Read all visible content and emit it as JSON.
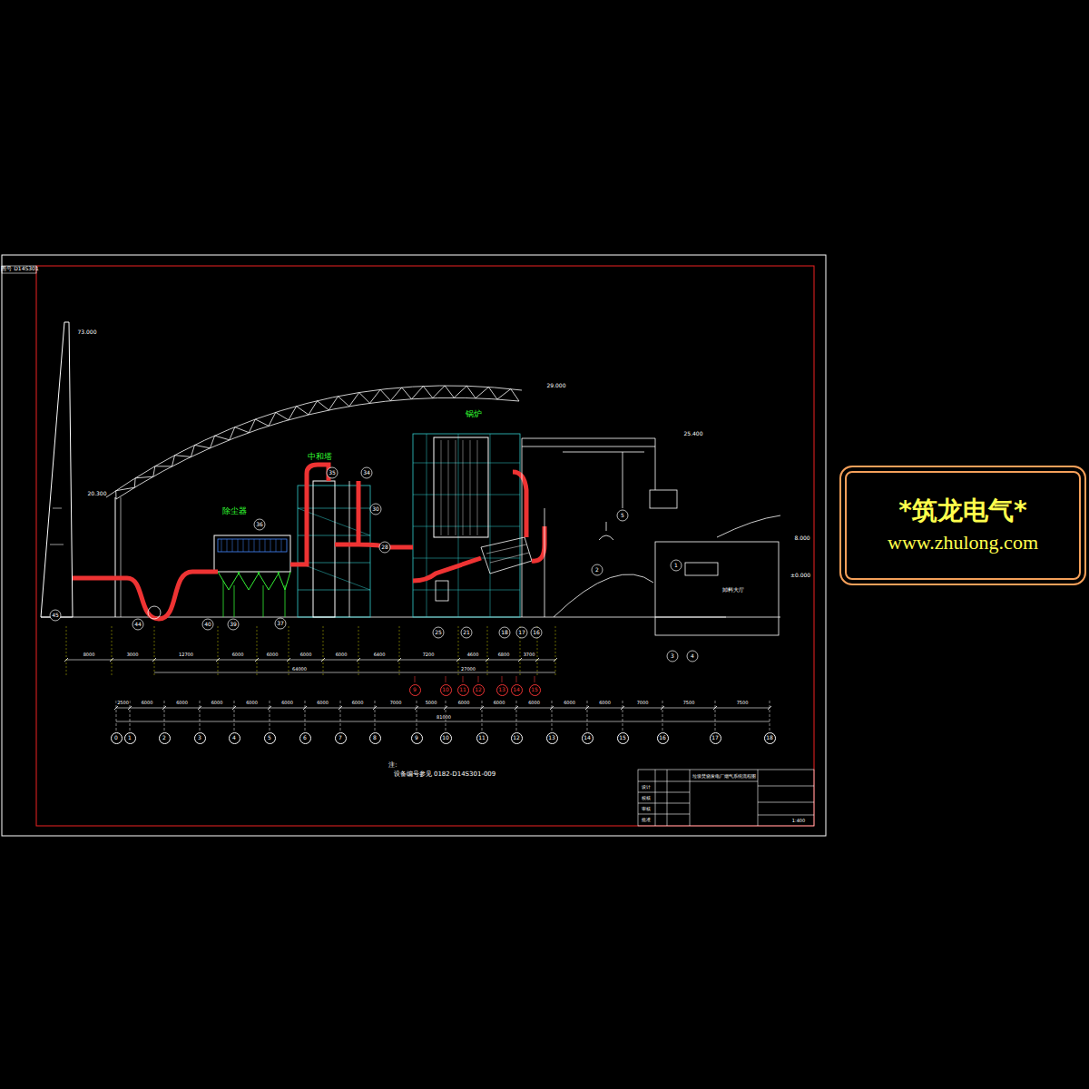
{
  "diagram": {
    "nodes": [
      {
        "text": [
          "*筑龙电气*",
          "www.zhulong.com"
        ]
      },
      {
        "text": [
          "9"
        ]
      },
      {
        "text": [
          "10"
        ]
      },
      {
        "text": [
          "11"
        ]
      },
      {
        "text": [
          "12"
        ]
      },
      {
        "text": [
          "13"
        ]
      },
      {
        "text": [
          "14"
        ]
      },
      {
        "text": [
          "15"
        ]
      },
      {
        "text": [
          "0"
        ]
      },
      {
        "text": [
          "1"
        ]
      },
      {
        "text": [
          "2"
        ]
      },
      {
        "text": [
          "3"
        ]
      },
      {
        "text": [
          "4"
        ]
      },
      {
        "text": [
          "5"
        ]
      },
      {
        "text": [
          "6"
        ]
      },
      {
        "text": [
          "7"
        ]
      },
      {
        "text": [
          "8"
        ]
      },
      {
        "text": [
          "9"
        ]
      },
      {
        "text": [
          "10"
        ]
      },
      {
        "text": [
          "11"
        ]
      },
      {
        "text": [
          "12"
        ]
      },
      {
        "text": [
          "13"
        ]
      },
      {
        "text": [
          "14"
        ]
      },
      {
        "text": [
          "15"
        ]
      },
      {
        "text": [
          "16"
        ]
      },
      {
        "text": [
          "17"
        ]
      },
      {
        "text": [
          "18"
        ]
      }
    ],
    "labels": [
      "图号 D14S301",
      "73.000",
      "除尘器",
      "中和塔",
      "锅炉",
      "29.000",
      "20.300",
      "25.400",
      "8.000",
      "±0.000",
      "45",
      "44",
      "40",
      "39",
      "37",
      "36",
      "35",
      "34",
      "30",
      "28",
      "25",
      "21",
      "18",
      "17",
      "16",
      "5",
      "2",
      "1",
      "3",
      "4",
      "卸料大厅",
      "8000",
      "3000",
      "12700",
      "6000",
      "6000",
      "6000",
      "6000",
      "6400",
      "7200",
      "4600",
      "6800",
      "3700",
      "64000",
      "27000",
      "2500",
      "6000",
      "6000",
      "6000",
      "6000",
      "6000",
      "6000",
      "6000",
      "7000",
      "5000",
      "6000",
      "6000",
      "6000",
      "6000",
      "6000",
      "7000",
      "7500",
      "7500",
      "81000",
      "注:",
      "设备编号参见 0182-D14S301-009",
      "垃圾焚烧发电厂烟气系统流程图",
      "1:400",
      "设计",
      "校核",
      "审核",
      "批准"
    ]
  }
}
